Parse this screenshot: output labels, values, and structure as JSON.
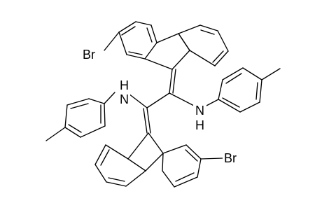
{
  "labels": {
    "br_top": "Br",
    "br_bottom": "Br",
    "nh_left_n": "N",
    "nh_left_h": "H",
    "nh_right_n": "N",
    "nh_right_h": "H"
  }
}
